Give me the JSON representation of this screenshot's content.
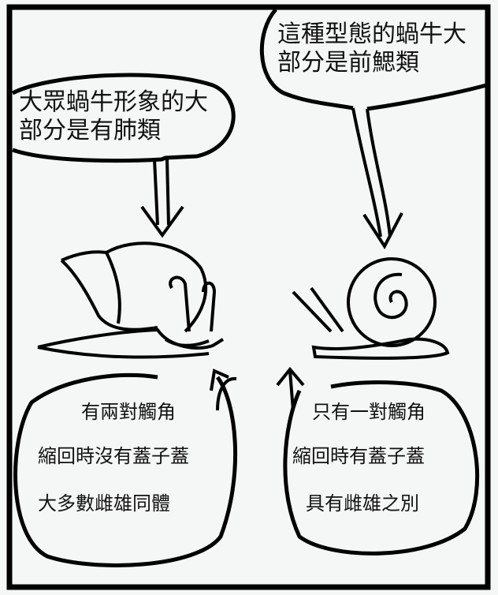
{
  "top_left_bubble": {
    "lines": [
      "大眾蝸牛形象的大",
      "部分是有肺類"
    ]
  },
  "top_right_bubble": {
    "lines": [
      "這種型態的蝸牛大",
      "部分是前鰓類"
    ]
  },
  "bottom_left_bubble": {
    "lines": [
      "有兩對觸角",
      "縮回時沒有蓋子蓋",
      "大多數雌雄同體"
    ]
  },
  "bottom_right_bubble": {
    "lines": [
      "只有一對觸角",
      "縮回時有蓋子蓋",
      "具有雌雄之別"
    ]
  },
  "colors": {
    "ink": "#000000",
    "background": "#f5f6f6"
  }
}
